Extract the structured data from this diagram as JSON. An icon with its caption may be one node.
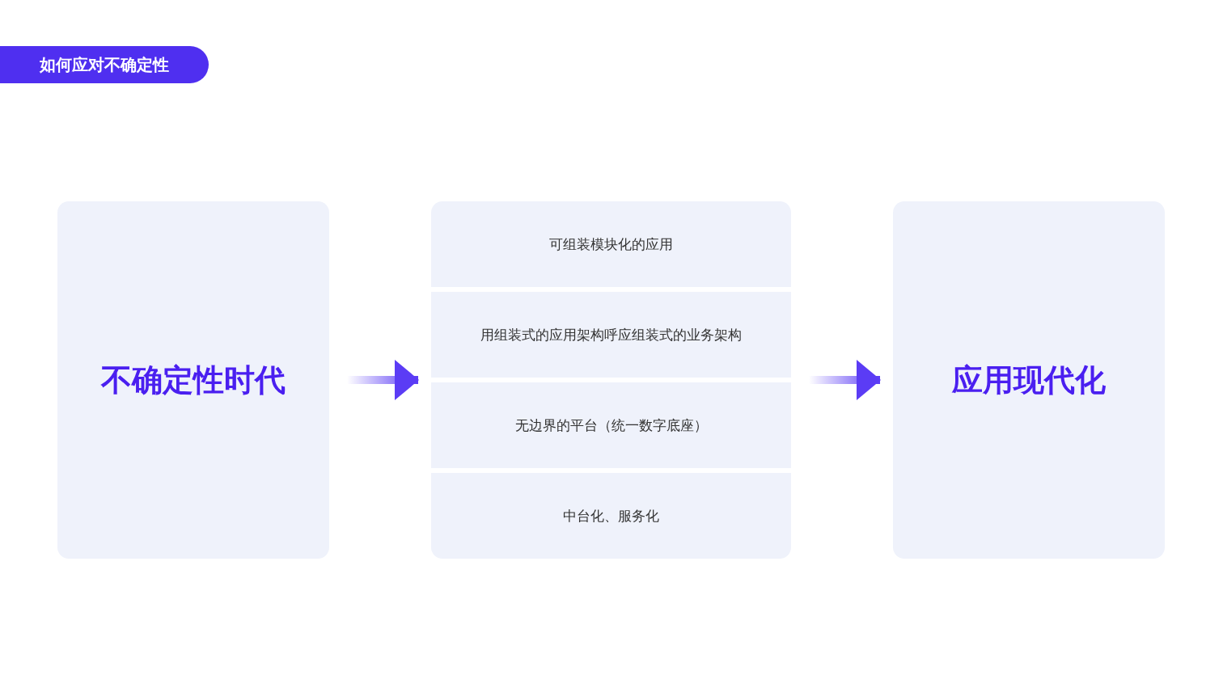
{
  "diagram": {
    "title": "如何应对不确定性",
    "nodes": [
      {
        "text": [
          "不确定性时代"
        ]
      },
      {
        "text": [],
        "shape": "box"
      },
      {
        "text": [
          "可组装模块化的应用"
        ],
        "in": 1
      },
      {
        "text": [
          "用组装式的应用架构呼应组装式的业务架构"
        ],
        "in": 1
      },
      {
        "text": [
          "无边界的平台（统一数字底座）"
        ],
        "in": 1
      },
      {
        "text": [
          "中台化、服务化"
        ],
        "in": 1
      },
      {
        "text": [
          "应用现代化"
        ]
      }
    ],
    "edges": [
      {
        "from": 0,
        "to": 1,
        "arrow": "to",
        "style": "thick",
        "color": "#5b3cf5"
      },
      {
        "from": 1,
        "to": 6,
        "arrow": "to",
        "style": "thick",
        "color": "#5b3cf5"
      }
    ]
  }
}
